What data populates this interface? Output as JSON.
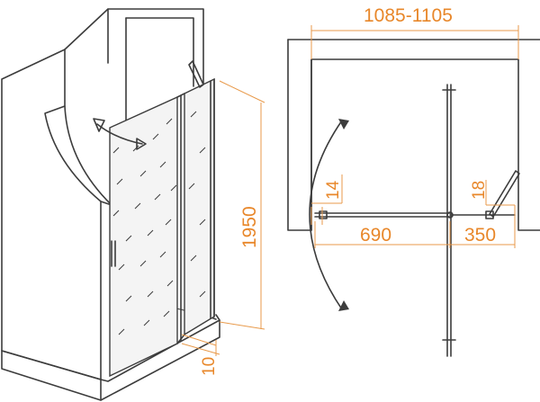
{
  "dimensions": {
    "total_width": "1085-1105",
    "height": "1950",
    "bottom_gap": "10",
    "door_width": "690",
    "fixed_panel_width": "350",
    "left_gap": "14",
    "right_gap": "18"
  }
}
